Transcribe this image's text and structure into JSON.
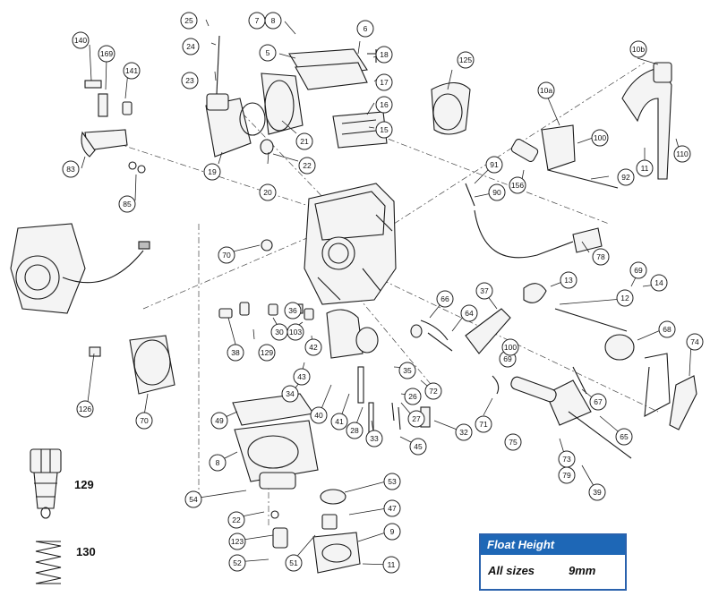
{
  "callouts": [
    "25",
    "24",
    "23",
    "7",
    "8",
    "5",
    "6",
    "18",
    "17",
    "16",
    "15",
    "125",
    "21",
    "22",
    "19",
    "20",
    "140",
    "169",
    "141",
    "83",
    "85",
    "10b",
    "10a",
    "100",
    "11",
    "110",
    "156",
    "92",
    "91",
    "90",
    "78",
    "70",
    "69",
    "14",
    "13",
    "12",
    "68",
    "74",
    "66",
    "64",
    "37",
    "36",
    "103",
    "30",
    "129",
    "38",
    "42",
    "43",
    "34",
    "35",
    "26",
    "72",
    "67",
    "71",
    "65",
    "73",
    "79",
    "75",
    "39",
    "40",
    "41",
    "28",
    "33",
    "27",
    "32",
    "45",
    "49",
    "8",
    "54",
    "22",
    "123",
    "52",
    "51",
    "53",
    "47",
    "9",
    "11",
    "126",
    "70",
    "69",
    "100"
  ],
  "side_labels": {
    "jet": "129",
    "spring": "130"
  },
  "spec": {
    "header": "Float Height",
    "label": "All sizes",
    "value": "9mm"
  }
}
